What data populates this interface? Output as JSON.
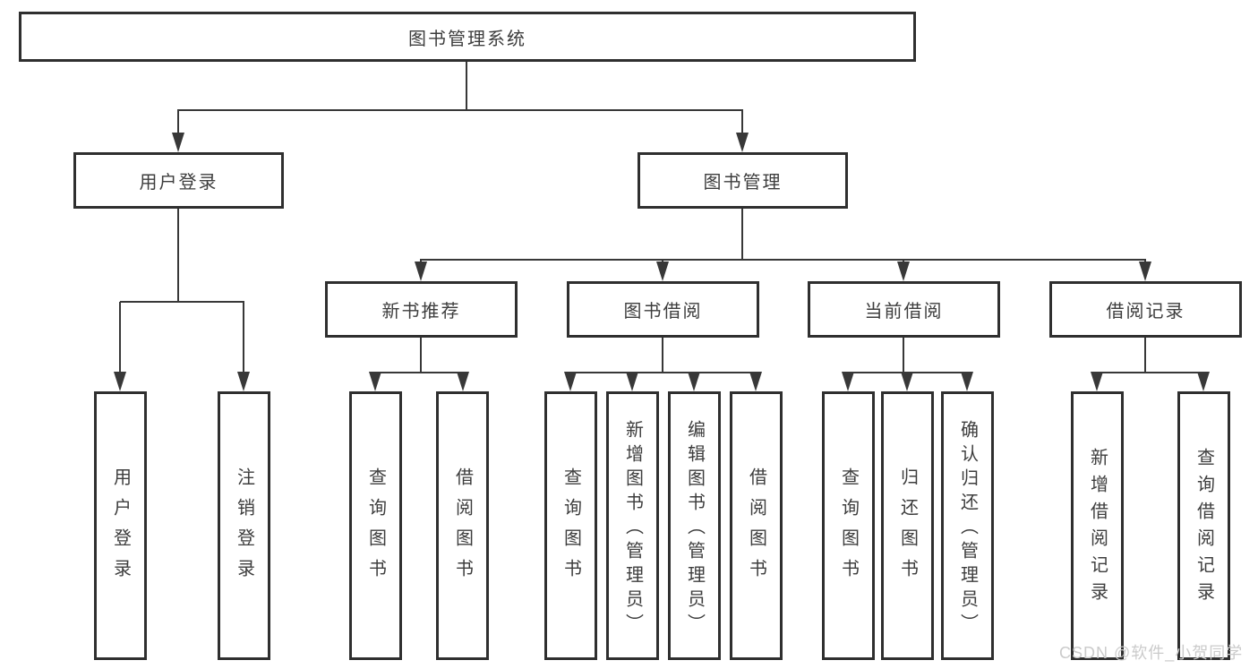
{
  "diagram_type": "hierarchy-structure-diagram",
  "colors": {
    "background": "#ffffff",
    "box_border": "#2f2f2f",
    "connector_line": "#383838",
    "node_text": "#3d3d3d",
    "watermark_text": "#cbcbcb"
  },
  "watermark": {
    "text": "CSDN @软件_小贺同学"
  },
  "tree": {
    "root": {
      "label": "图书管理系统",
      "children": [
        {
          "label": "用户登录",
          "children": [
            {
              "label": "用户登录"
            },
            {
              "label": "注销登录"
            }
          ]
        },
        {
          "label": "图书管理",
          "children": [
            {
              "label": "新书推荐",
              "children": [
                {
                  "label": "查询图书"
                },
                {
                  "label": "借阅图书"
                }
              ]
            },
            {
              "label": "图书借阅",
              "children": [
                {
                  "label": "查询图书"
                },
                {
                  "label": "新增图书（管理员）"
                },
                {
                  "label": "编辑图书（管理员）"
                },
                {
                  "label": "借阅图书"
                }
              ]
            },
            {
              "label": "当前借阅",
              "children": [
                {
                  "label": "查询图书"
                },
                {
                  "label": "归还图书"
                },
                {
                  "label": "确认归还（管理员）"
                }
              ]
            },
            {
              "label": "借阅记录",
              "children": [
                {
                  "label": "新增借阅记录"
                },
                {
                  "label": "查询借阅记录"
                }
              ]
            }
          ]
        }
      ]
    }
  }
}
